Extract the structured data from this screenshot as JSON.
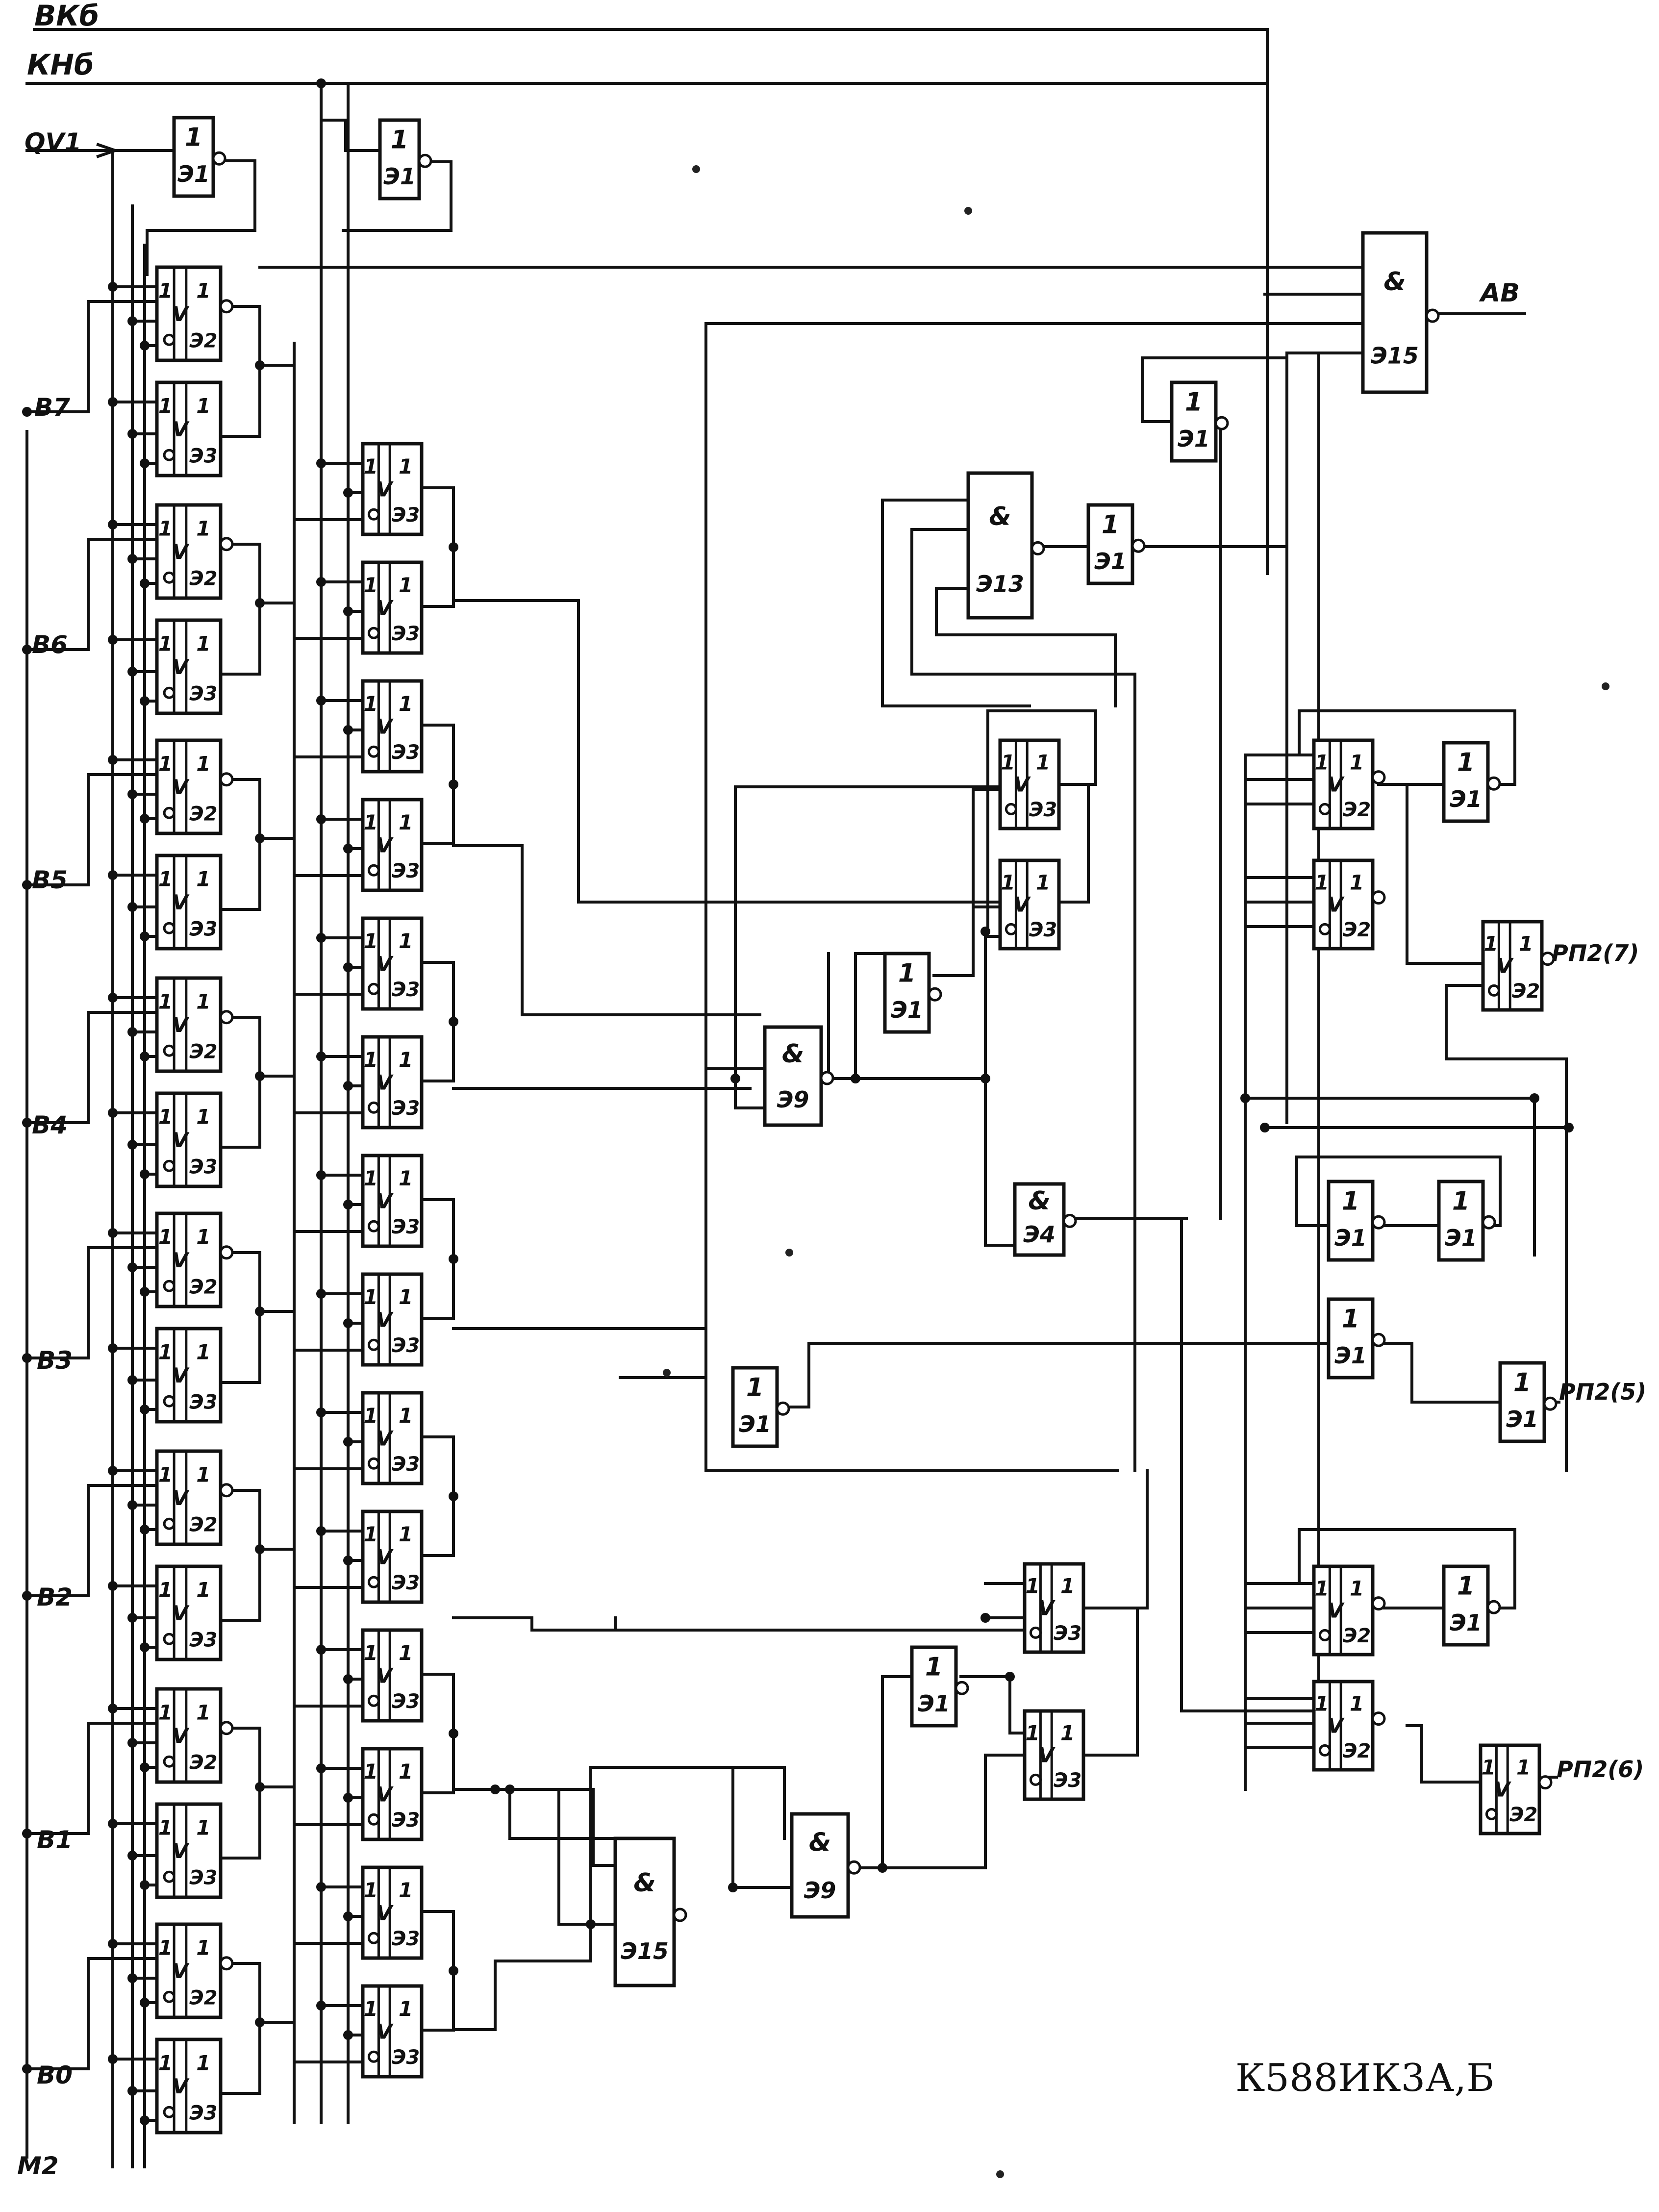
{
  "top_signals": [
    "ВКб",
    "КНб"
  ],
  "input_signal": "QV1",
  "bit_labels": [
    "В7",
    "В6",
    "В5",
    "В4",
    "В3",
    "В2",
    "В1",
    "В0"
  ],
  "bottom_left_label": "М2",
  "outputs": {
    "ab": "АВ",
    "rp7": "РП2(7)",
    "rp5": "РП2(5)",
    "rp6": "РП2(6)"
  },
  "chip_name": "К588ИК3А,Б",
  "gate_text": {
    "inverter_symbol": "1",
    "and_symbol": "&",
    "or_symbol": "V",
    "e1": "Э1",
    "e2": "Э2",
    "e3": "Э3",
    "e4": "Э4",
    "e9": "Э9",
    "e13": "Э13",
    "e15": "Э15"
  }
}
